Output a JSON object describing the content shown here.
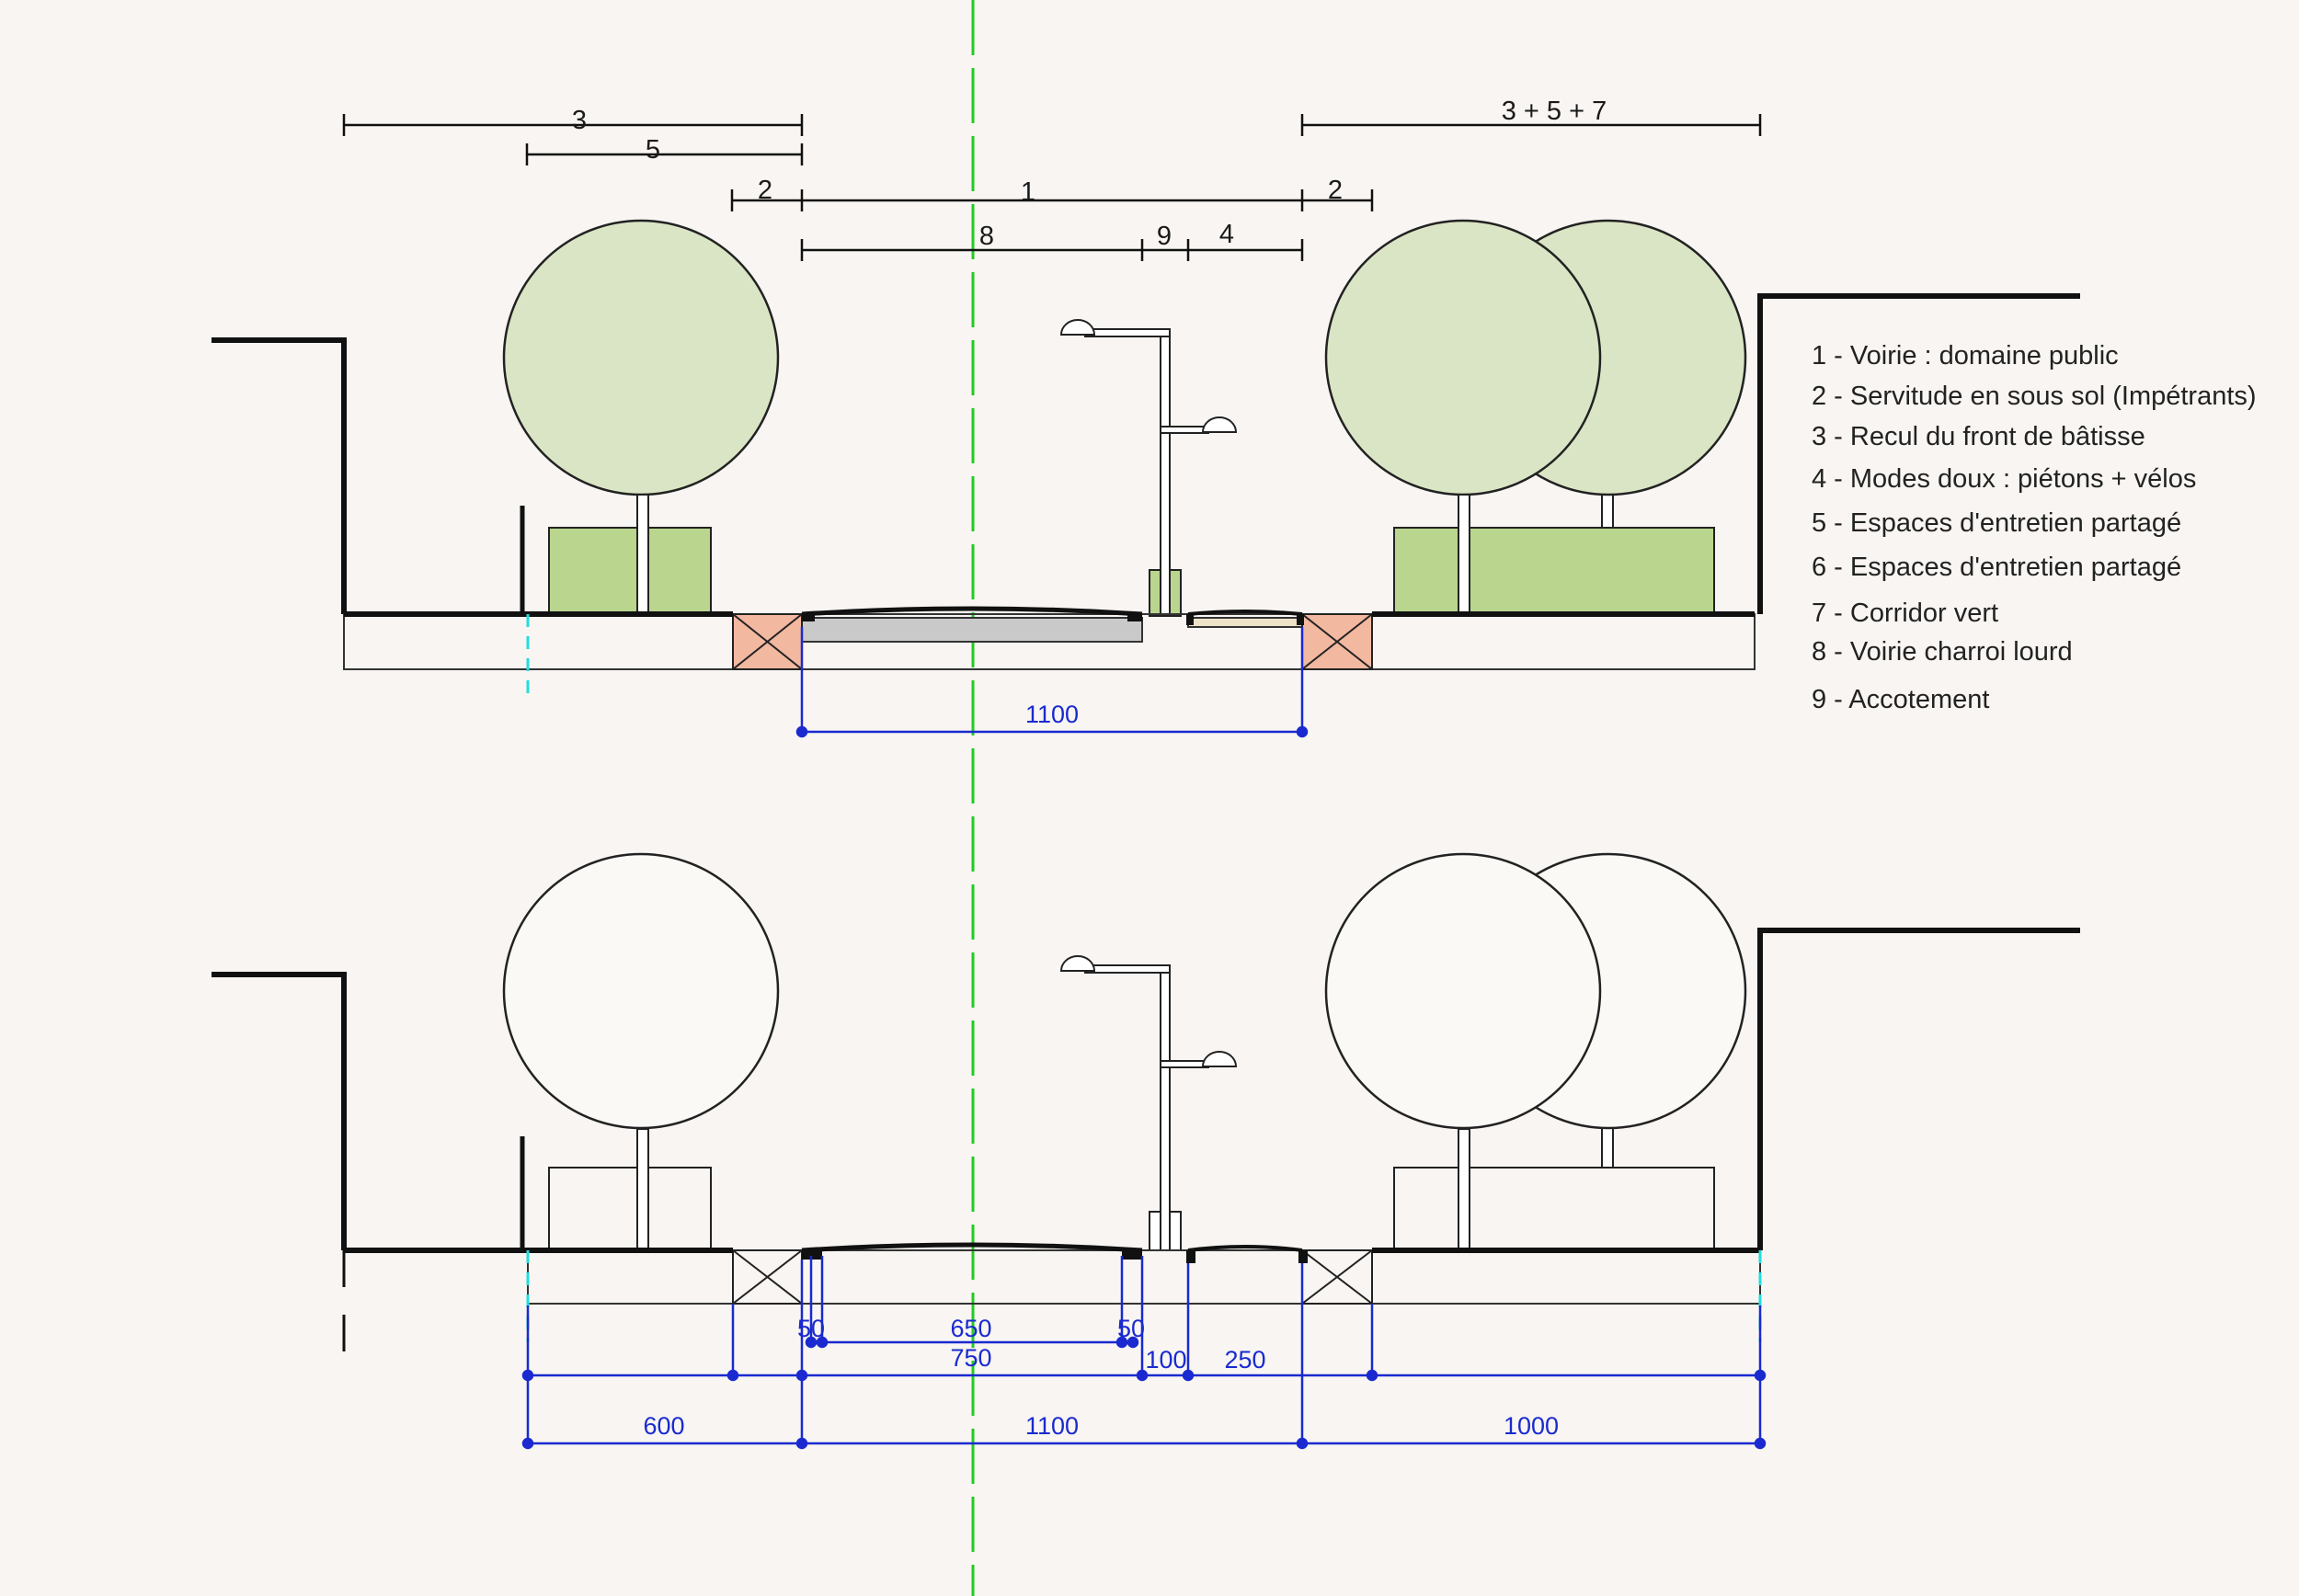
{
  "colors": {
    "background": "#f8f5f2",
    "tree_fill": "#dae5c5",
    "planter_fill": "#b9d58e",
    "buffer_fill": "#f2b8a0",
    "road_fill": "#c9c9c9",
    "path_fill": "#ece3c9",
    "axis_green": "#22cc22",
    "dim_blue": "#1a2ad0",
    "cyan_mark": "#22dddd",
    "line": "#111111"
  },
  "icons": [
    "tree-icon",
    "street-lamp-icon"
  ],
  "top_section": {
    "zone_labels": {
      "z3_left": "3",
      "z5_left": "5",
      "z2_left": "2",
      "z1": "1",
      "z2_right": "2",
      "z8": "8",
      "z9": "9",
      "z4": "4",
      "z357_right": "3 + 5 + 7"
    },
    "dim_road": "1100"
  },
  "bottom_section": {
    "dims": {
      "d50_left": "50",
      "d650": "650",
      "d50_right": "50",
      "d750": "750",
      "d100": "100",
      "d250": "250",
      "d600": "600",
      "d1100": "1100",
      "d1000": "1000"
    }
  },
  "legend": [
    "1 - Voirie : domaine public",
    "2 - Servitude en sous sol (Impétrants)",
    "3 - Recul du front de bâtisse",
    "4 - Modes doux : piétons + vélos",
    "5 - Espaces d'entretien partagé",
    "6 - Espaces d'entretien partagé",
    "7 - Corridor vert",
    "8 - Voirie charroi lourd",
    "9 - Accotement"
  ]
}
